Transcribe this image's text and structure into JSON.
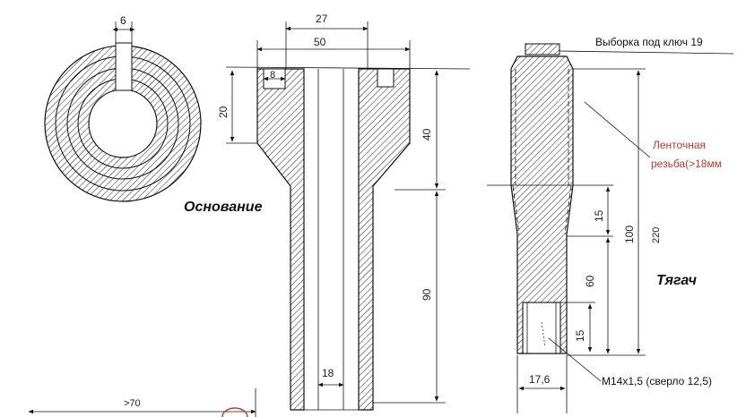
{
  "ring": {
    "slot_dim": "6"
  },
  "base": {
    "title": "Основание",
    "dims": {
      "top_inner": "27",
      "top_outer": "50",
      "slot": "8",
      "flange_height": "20",
      "upper_height": "40",
      "lower_height": "90",
      "bore": "18",
      "bottom_width": ">70"
    }
  },
  "puller": {
    "title": "Тягач",
    "key_note": "Выборка под ключ 19",
    "thread_note_line1": "Ленточная",
    "thread_note_line2": "резьба(>18мм",
    "dims": {
      "taper": "15",
      "total": "100",
      "cut_value": "220",
      "shank": "60",
      "thread_len": "15",
      "diameter": "17,6"
    },
    "thread_spec": "М14х1,5  (сверло 12,5)"
  },
  "colors": {
    "hatch": "#222222",
    "accent_red": "#c0392b"
  }
}
